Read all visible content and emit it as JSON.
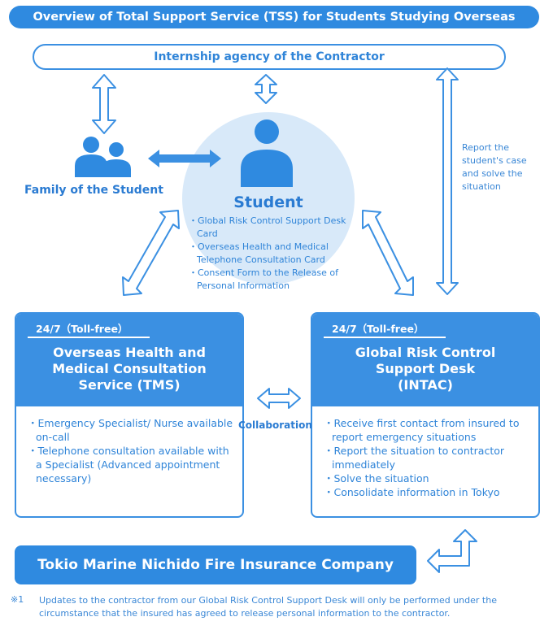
{
  "title": "Overview of Total Support Service (TSS) for Students Studying Overseas",
  "agency": "Internship agency of the Contractor",
  "family_label": "Family of the Student",
  "student": {
    "label": "Student",
    "documents": [
      "・Global Risk Control Support Desk Card",
      "・Overseas Health and Medical Telephone Consultation Card",
      "・Consent Form to the Release of Personal Information"
    ]
  },
  "report_text": "Report the student's case and solve the situation",
  "tms": {
    "tag": "24/7（Toll-free）",
    "title_lines": [
      "Overseas Health and",
      "Medical Consultation",
      "Service (TMS)"
    ],
    "bullets": [
      "・Emergency Specialist/ Nurse available on-call",
      "・Telephone consultation available with a Specialist (Advanced appointment necessary)"
    ]
  },
  "intac": {
    "tag": "24/7（Toll-free）",
    "title_lines": [
      "Global Risk Control",
      "Support Desk",
      "(INTAC)"
    ],
    "bullets": [
      "・Receive first contact from insured to report emergency situations",
      "・Report the situation to contractor immediately",
      "・Solve the situation",
      "・Consolidate information in Tokyo"
    ]
  },
  "collaboration": "Collaboration",
  "insurer": "Tokio Marine Nichido Fire Insurance Company",
  "note": {
    "mark": "※1",
    "text": "Updates to the contractor from our Global Risk Control Support Desk will only be performed under the circumstance that the insured has agreed to release personal information to the contractor."
  },
  "colors": {
    "primary": "#2f8ae0",
    "circle_fill": "#d8e9f9",
    "text_blue": "#2f84d8"
  },
  "icons": [
    "family-icon",
    "student-icon",
    "double-arrow-icon"
  ]
}
